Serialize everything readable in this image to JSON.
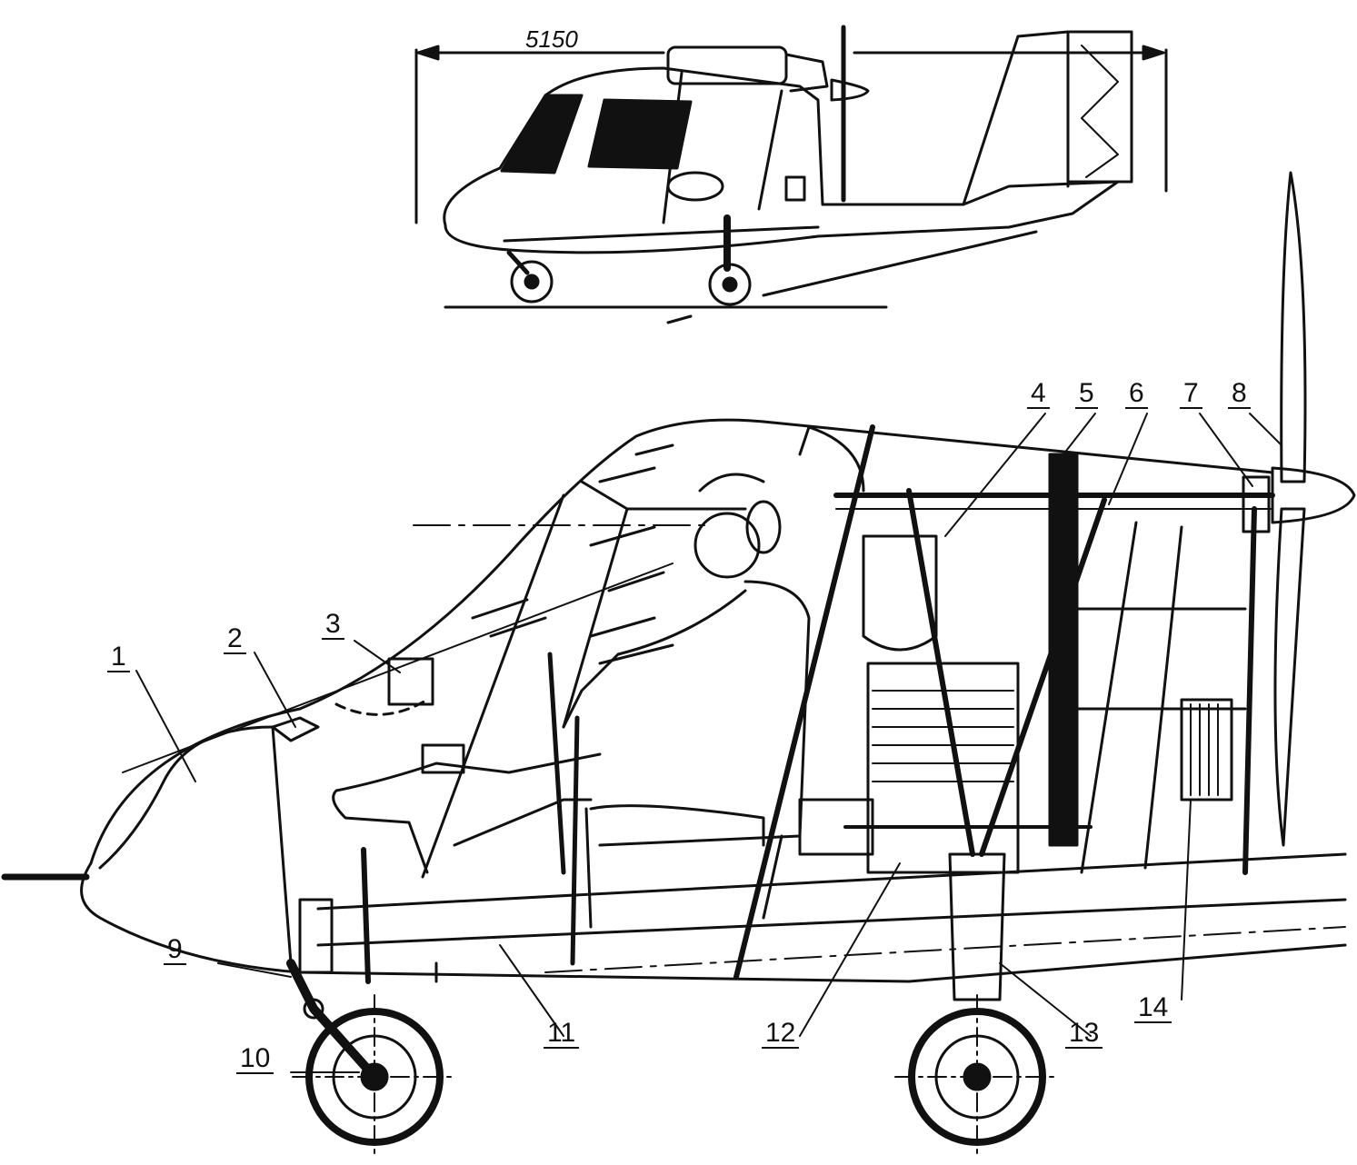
{
  "dimension": {
    "overall_length": "5150"
  },
  "callouts": [
    {
      "id": "1",
      "label": "1"
    },
    {
      "id": "2",
      "label": "2"
    },
    {
      "id": "3",
      "label": "3"
    },
    {
      "id": "4",
      "label": "4"
    },
    {
      "id": "5",
      "label": "5"
    },
    {
      "id": "6",
      "label": "6"
    },
    {
      "id": "7",
      "label": "7"
    },
    {
      "id": "8",
      "label": "8"
    },
    {
      "id": "9",
      "label": "9"
    },
    {
      "id": "10",
      "label": "10"
    },
    {
      "id": "11",
      "label": "11"
    },
    {
      "id": "12",
      "label": "12"
    },
    {
      "id": "13",
      "label": "13"
    },
    {
      "id": "14",
      "label": "14"
    }
  ],
  "colors": {
    "ink": "#111111",
    "paper": "#ffffff"
  }
}
